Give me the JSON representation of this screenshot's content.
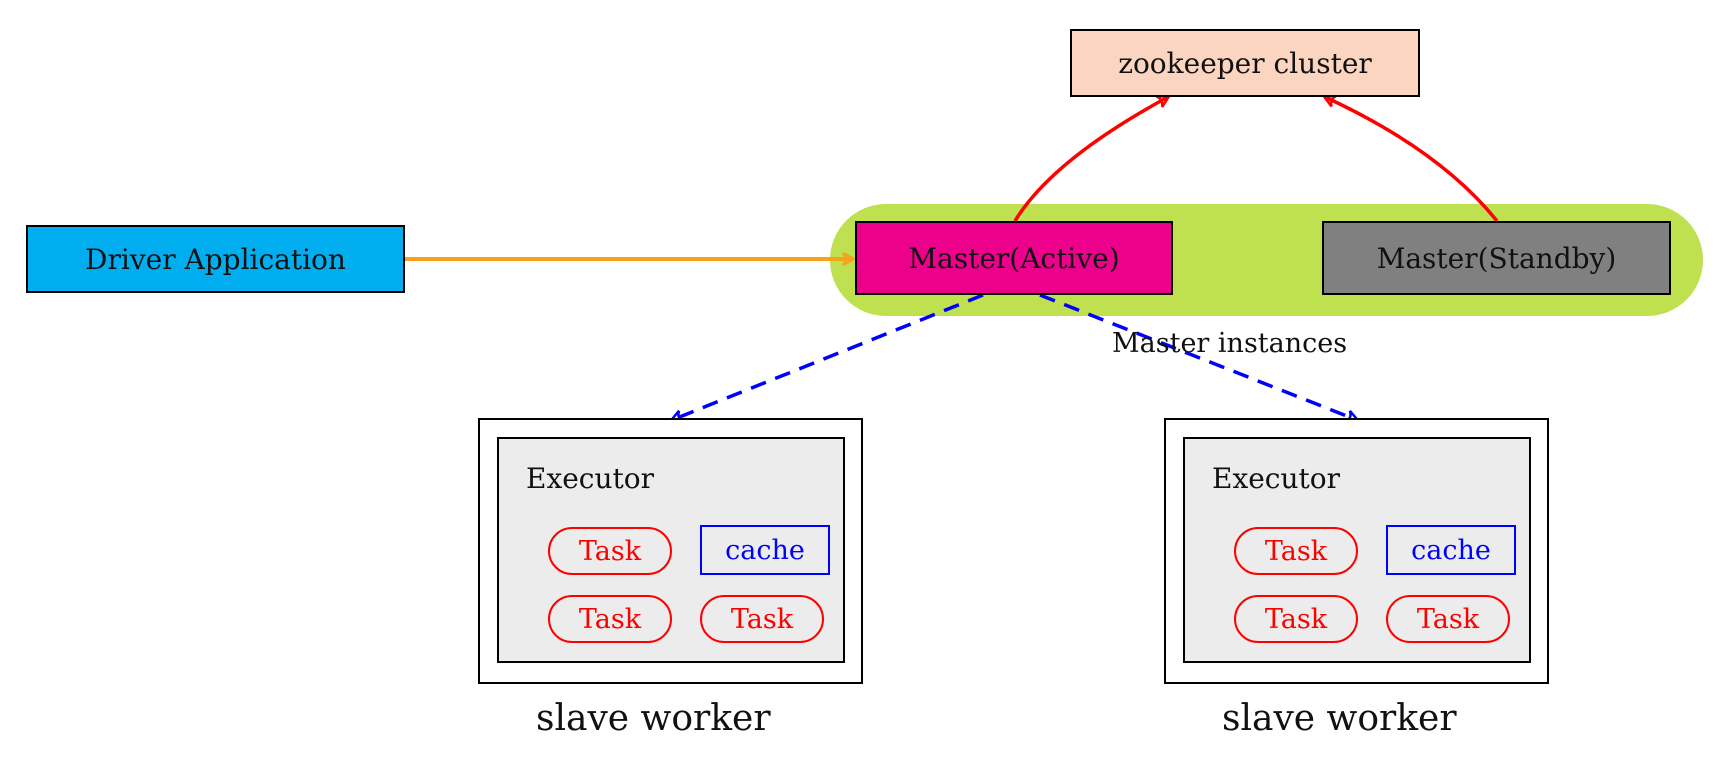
{
  "nodes": {
    "zookeeper": {
      "label": "zookeeper cluster",
      "fill": "#fcd5c0"
    },
    "driver": {
      "label": "Driver Application",
      "fill": "#00aeef"
    },
    "master_active": {
      "label": "Master(Active)",
      "fill": "#ec008c"
    },
    "master_standby": {
      "label": "Master(Standby)",
      "fill": "#808080"
    }
  },
  "group": {
    "label": "Master instances",
    "fill": "#bfe04f"
  },
  "workers": [
    {
      "executor_label": "Executor",
      "tasks": [
        "Task",
        "Task",
        "Task"
      ],
      "cache_label": "cache",
      "caption": "slave worker"
    },
    {
      "executor_label": "Executor",
      "tasks": [
        "Task",
        "Task",
        "Task"
      ],
      "cache_label": "cache",
      "caption": "slave worker"
    }
  ],
  "colors": {
    "driver_edge": "#f7a21b",
    "zookeeper_edge": "#ff0000",
    "worker_edge": "#0000ff",
    "task": "#ff0000",
    "cache": "#0000ff"
  }
}
